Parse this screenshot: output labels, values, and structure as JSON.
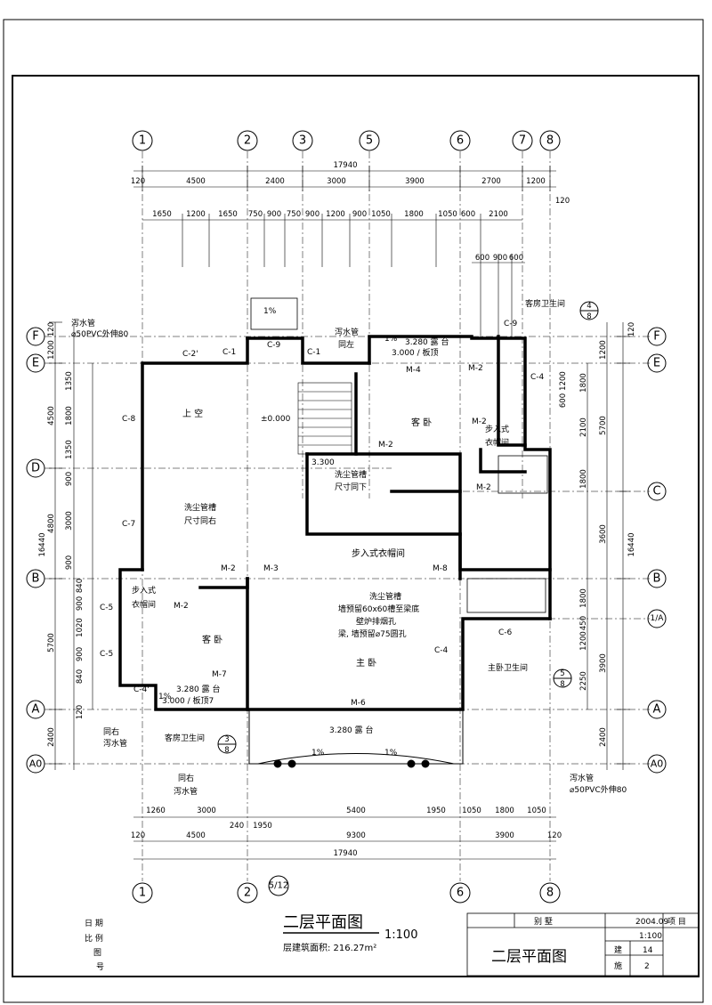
{
  "drawing": {
    "title": "二层平面图",
    "scale": "1:100",
    "area_note": "层建筑面积: 216.27m²",
    "grid_top": [
      "1",
      "2",
      "3",
      "5",
      "6",
      "7",
      "8"
    ],
    "grid_bottom": [
      "1",
      "2",
      "5/12",
      "6",
      "8"
    ],
    "grid_left": [
      "F",
      "E",
      "D",
      "B",
      "A",
      "A0"
    ],
    "grid_right": [
      "F",
      "E",
      "C",
      "B",
      "1/A",
      "A",
      "A0"
    ],
    "dims_top_total": "17940",
    "dims_top_row1": [
      "120",
      "4500",
      "2400",
      "3000",
      "3900",
      "2700",
      "1200"
    ],
    "dims_top_edge_right": "120",
    "dims_top_row2": [
      "1650",
      "1200",
      "1650",
      "750",
      "900",
      "750",
      "900",
      "1200",
      "900",
      "1050",
      "1800",
      "1050",
      "600",
      "2100"
    ],
    "dims_top_small": [
      "600",
      "900",
      "600"
    ],
    "dims_bottom_row1": [
      "1260",
      "3000",
      "5400",
      "1950",
      "1050",
      "1800",
      "1050"
    ],
    "dims_bottom_row2": [
      "120",
      "4500",
      "9300",
      "3900",
      "120"
    ],
    "dims_bottom_extra": [
      "240",
      "1950"
    ],
    "dims_bottom_total": "17940",
    "dims_left_outer": [
      "120",
      "1200",
      "4500",
      "4800",
      "5700",
      "2400"
    ],
    "dims_left_inner": [
      "1350",
      "1800",
      "1350",
      "900",
      "3000",
      "900",
      "840",
      "900",
      "1020",
      "900",
      "840",
      "120"
    ],
    "dims_left_total": "16440",
    "dims_right_outer": [
      "120",
      "1200",
      "5700",
      "3600",
      "3900",
      "2400"
    ],
    "dims_right_inner": [
      "1800",
      "600",
      "1200",
      "2100",
      "1800",
      "1800",
      "1200",
      "450",
      "2250"
    ],
    "dims_right_total": "16440",
    "rooms": {
      "void": "上 空",
      "guest1": "客 卧",
      "guest2": "客 卧",
      "master": "主 卧",
      "walkin1": "步入式衣帽间",
      "walkin2a": "步入式",
      "walkin2b": "衣帽间",
      "walkin3a": "步入式",
      "walkin3b": "衣帽间",
      "master_bath": "主卧卫生间",
      "guest_bath_top": "客房卫生间",
      "guest_bath_bot": "客房卫生间"
    },
    "labels": {
      "drain_top": "泻水管",
      "drain_top_spec": "⌀50PVC外伸80",
      "drain_top_same_a": "泻水管",
      "drain_top_same_b": "同左",
      "drain_right": "泻水管",
      "drain_right_spec": "⌀50PVC外伸80",
      "drain_bottom_same_a": "同右",
      "drain_bottom_same_b": "泻水管",
      "drain_bottom2_a": "同右",
      "drain_bottom2_b": "泻水管",
      "balcony_top": "3.280  露 台",
      "balcony_top2": "3.000 / 板顶",
      "balcony_left": "3.280  露 台",
      "balcony_left2": "3.000 / 板顶7",
      "balcony_bottom": "3.280  露 台",
      "slope": "1%",
      "level_0": "±0.000",
      "level_3300": "3.300",
      "dust1a": "洗尘管槽",
      "dust1b": "尺寸同右",
      "dust2a": "洗尘管槽",
      "dust2b": "尺寸同下",
      "dust3a": "洗尘管槽",
      "dust3b": "墙预留60x60槽至梁底",
      "dust3c": "壁炉排烟孔",
      "dust3d": "梁, 墙预留⌀75圆孔"
    },
    "tags": [
      "C-9",
      "C-2'",
      "C-1",
      "C-1",
      "C-9",
      "C-4",
      "C-8",
      "C-7",
      "C-5",
      "C-5",
      "C-4'",
      "C-4",
      "C-6",
      "M-4",
      "M-2",
      "M-2",
      "M-2",
      "M-2",
      "M-3",
      "M-8",
      "M-7",
      "M-6",
      "M-2",
      "M-2"
    ],
    "callouts": [
      {
        "num": "4",
        "sub": "8"
      },
      {
        "num": "3",
        "sub": "8"
      },
      {
        "num": "5",
        "sub": "8"
      }
    ]
  },
  "title_block": {
    "project": "别 墅",
    "date": "2004.09",
    "scale": "1:100",
    "name": "二层平面图",
    "role1": "建",
    "num1": "14",
    "role2": "施",
    "num2": "2",
    "project_label": "项 目",
    "left_labels": [
      "日 期",
      "比 例",
      "图",
      "号"
    ]
  }
}
